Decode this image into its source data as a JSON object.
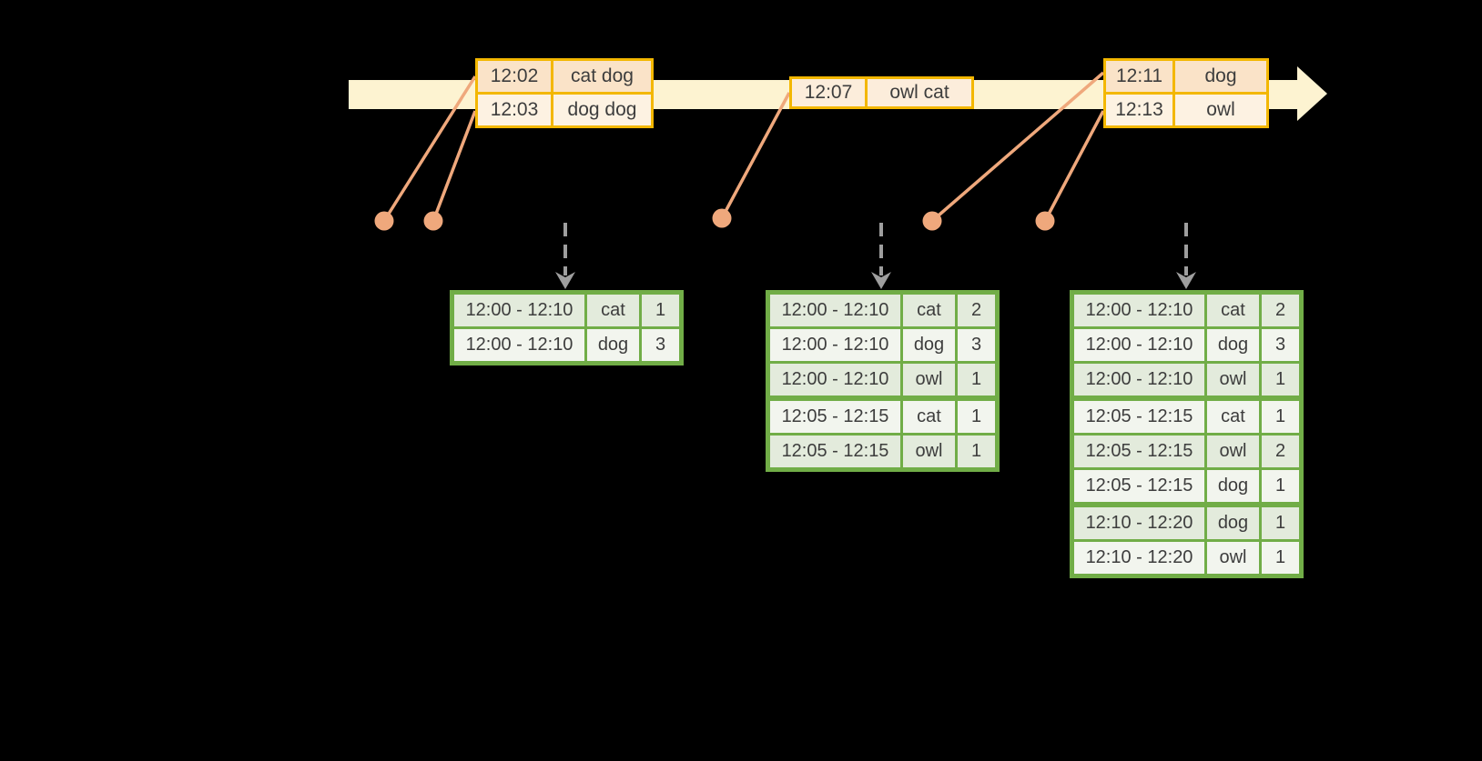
{
  "event_tables": [
    {
      "rows": [
        {
          "time": "12:02",
          "words": "cat dog"
        },
        {
          "time": "12:03",
          "words": "dog dog"
        }
      ]
    },
    {
      "rows": [
        {
          "time": "12:07",
          "words": "owl cat"
        }
      ]
    },
    {
      "rows": [
        {
          "time": "12:11",
          "words": "dog"
        },
        {
          "time": "12:13",
          "words": "owl"
        }
      ]
    }
  ],
  "result_tables": [
    {
      "rows": [
        {
          "window": "12:00 - 12:10",
          "word": "cat",
          "count": "1"
        },
        {
          "window": "12:00 - 12:10",
          "word": "dog",
          "count": "3"
        }
      ]
    },
    {
      "rows": [
        {
          "window": "12:00 - 12:10",
          "word": "cat",
          "count": "2"
        },
        {
          "window": "12:00 - 12:10",
          "word": "dog",
          "count": "3"
        },
        {
          "window": "12:00 - 12:10",
          "word": "owl",
          "count": "1"
        },
        {
          "window": "12:05 - 12:15",
          "word": "cat",
          "count": "1"
        },
        {
          "window": "12:05 - 12:15",
          "word": "owl",
          "count": "1"
        }
      ]
    },
    {
      "rows": [
        {
          "window": "12:00 - 12:10",
          "word": "cat",
          "count": "2"
        },
        {
          "window": "12:00 - 12:10",
          "word": "dog",
          "count": "3"
        },
        {
          "window": "12:00 - 12:10",
          "word": "owl",
          "count": "1"
        },
        {
          "window": "12:05 - 12:15",
          "word": "cat",
          "count": "1"
        },
        {
          "window": "12:05 - 12:15",
          "word": "owl",
          "count": "2"
        },
        {
          "window": "12:05 - 12:15",
          "word": "dog",
          "count": "1"
        },
        {
          "window": "12:10 - 12:20",
          "word": "dog",
          "count": "1"
        },
        {
          "window": "12:10 - 12:20",
          "word": "owl",
          "count": "1"
        }
      ]
    }
  ],
  "colors": {
    "background": "#000000",
    "timeline_fill": "#FDF3D1",
    "event_table_border": "#F3B700",
    "event_row_dark": "#FAE3C8",
    "event_row_light": "#FDF2E2",
    "event_row_single": "#FCEDDB",
    "connector_salmon": "#EFA87C",
    "trigger_arrow_gray": "#9E9E9E",
    "result_table_border": "#71AD47",
    "result_row_dark": "#E3EBDC",
    "result_row_light": "#F2F5EE",
    "text": "#3D3D3D"
  }
}
